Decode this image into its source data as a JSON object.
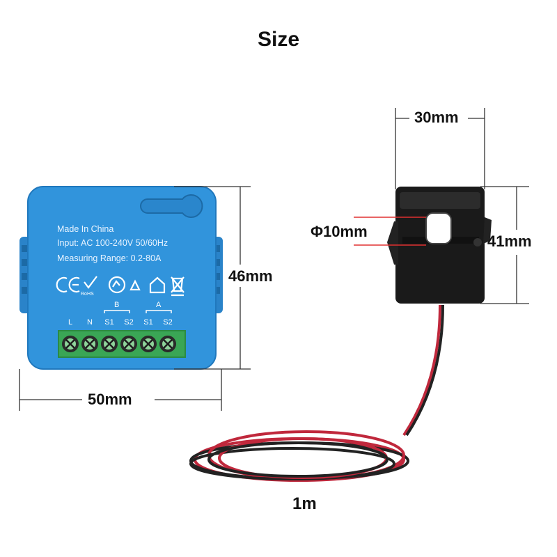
{
  "title": "Size",
  "dimensions": {
    "module_width": "50mm",
    "module_height": "46mm",
    "clamp_width": "30mm",
    "clamp_height": "41mm",
    "clamp_hole": "Φ10mm",
    "cable_length": "1m"
  },
  "device": {
    "made_in": "Made In China",
    "input": "Input: AC 100-240V 50/60Hz",
    "range": "Measuring Range: 0.2-80A",
    "certification_icons": [
      "ce-mark-icon",
      "rohs-icon",
      "recycle-icon",
      "recycling-icon",
      "home-icon",
      "weee-bin-icon"
    ],
    "terminal_groups": [
      "B",
      "A"
    ],
    "terminals": [
      "L",
      "N",
      "S1",
      "S2",
      "S1",
      "S2"
    ]
  },
  "colors": {
    "device_blue": "#2f8fd8",
    "terminal_green": "#3aa655",
    "clamp_black": "#1a1a1a",
    "dimension_red": "#e03030"
  }
}
